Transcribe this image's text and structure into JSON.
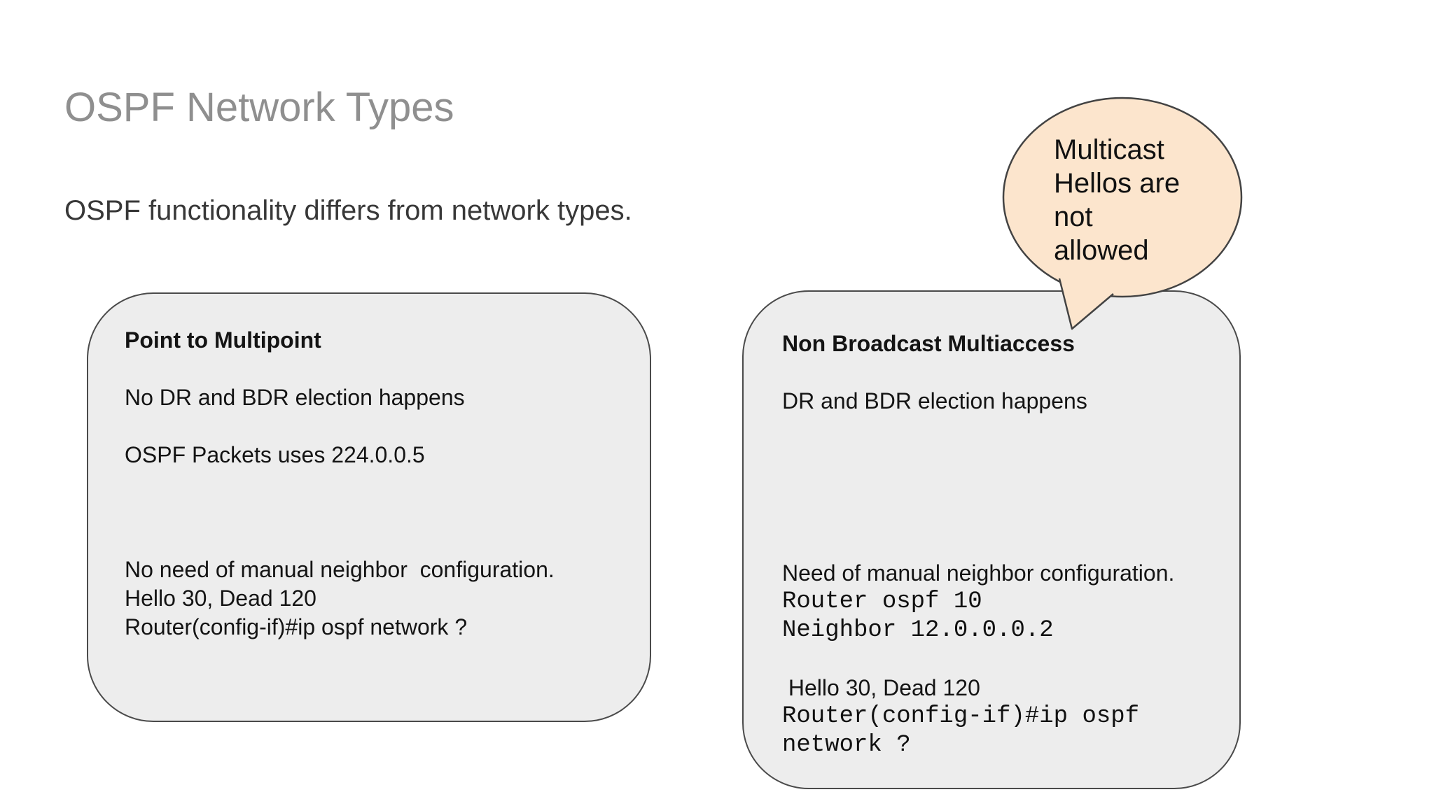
{
  "slide": {
    "title": "OSPF Network Types",
    "subtitle": "OSPF functionality differs from network types.",
    "colors": {
      "background": "#ffffff",
      "title_text": "#8f8f8f",
      "subtitle_text": "#383838",
      "box_fill": "#ededed",
      "box_border": "#4a4a4a",
      "box_text": "#141414",
      "bubble_fill": "#fce5cd",
      "bubble_border": "#434343",
      "bubble_text": "#111111"
    },
    "boxes": {
      "left": {
        "heading": "Point to Multipoint",
        "line_dr": "No DR and BDR election happens",
        "line_packets": "OSPF Packets uses 224.0.0.5",
        "line_neighbor": "No need of manual neighbor  configuration.",
        "line_hello": "Hello 30, Dead 120",
        "line_command": "Router(config-if)#ip ospf network ?"
      },
      "right": {
        "heading": "Non Broadcast Multiaccess",
        "line_dr": "DR and BDR election happens",
        "line_neighbor": "Need of manual neighbor configuration.",
        "cmd_router_ospf": "Router ospf 10",
        "cmd_neighbor": "Neighbor 12.0.0.0.2",
        "line_hello": " Hello 30, Dead 120",
        "cmd_ip_ospf": "Router(config-if)#ip ospf",
        "cmd_network": "network ?"
      }
    },
    "bubble": {
      "text": "Multicast\nHellos are\nnot\nallowed"
    }
  }
}
